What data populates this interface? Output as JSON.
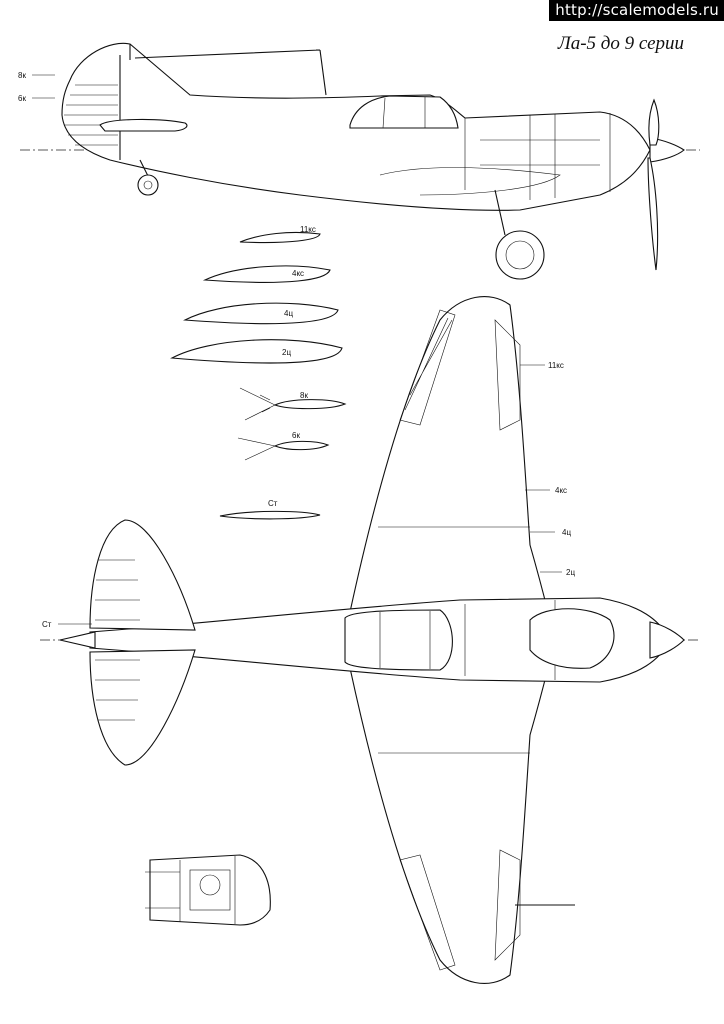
{
  "watermark": "http://scalemodels.ru",
  "title": "Ла-5 до 9 серии",
  "labels": {
    "side_8k": "8к",
    "side_6k": "6к",
    "profile_11ks": "11кс",
    "profile_4ks": "4кс",
    "profile_4ts": "4ц",
    "profile_2ts": "2ц",
    "profile_8k": "8к",
    "profile_6k": "6к",
    "profile_st": "Ст",
    "wing_11ks": "11кс",
    "wing_4ks": "4кс",
    "wing_4ts": "4ц",
    "wing_2ts": "2ц",
    "tail_st": "Ст"
  }
}
